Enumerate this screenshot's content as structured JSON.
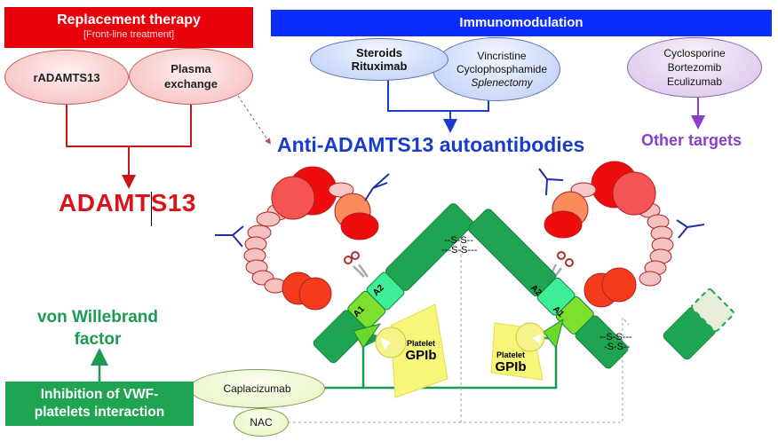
{
  "replacement": {
    "title": "Replacement therapy",
    "subtitle": "[Front-line treatment]",
    "options": [
      "rADAMTS13",
      "Plasma exchange"
    ],
    "option_lines": [
      [
        "rADAMTS13"
      ],
      [
        "Plasma",
        "exchange"
      ]
    ],
    "target": "ADAMTS13"
  },
  "immunomodulation": {
    "title": "Immunomodulation",
    "group1": [
      "Steroids",
      "Rituximab"
    ],
    "group2": [
      "Vincristine",
      "Cyclophosphamide",
      "Splenectomy"
    ],
    "target": "Anti-ADAMTS13 autoantibodies"
  },
  "other": {
    "drugs": [
      "Cyclosporine",
      "Bortezomib",
      "Eculizumab"
    ],
    "target": "Other targets"
  },
  "vwf": {
    "label_lines": [
      "von Willebrand",
      "factor"
    ],
    "inhibition_lines": [
      "Inhibition of VWF-",
      "platelets interaction"
    ],
    "drugs": [
      "Caplacizumab",
      "NAC"
    ],
    "domains": [
      "A1",
      "A2"
    ],
    "disulfide": "S-S",
    "platelet_label": "Platelet",
    "receptor_label": "GPIb"
  },
  "colors": {
    "replacement_red": "#e8000b",
    "immuno_blue": "#0b2bff",
    "other_purple": "#8a3fcc",
    "vwf_green": "#1fa552"
  }
}
